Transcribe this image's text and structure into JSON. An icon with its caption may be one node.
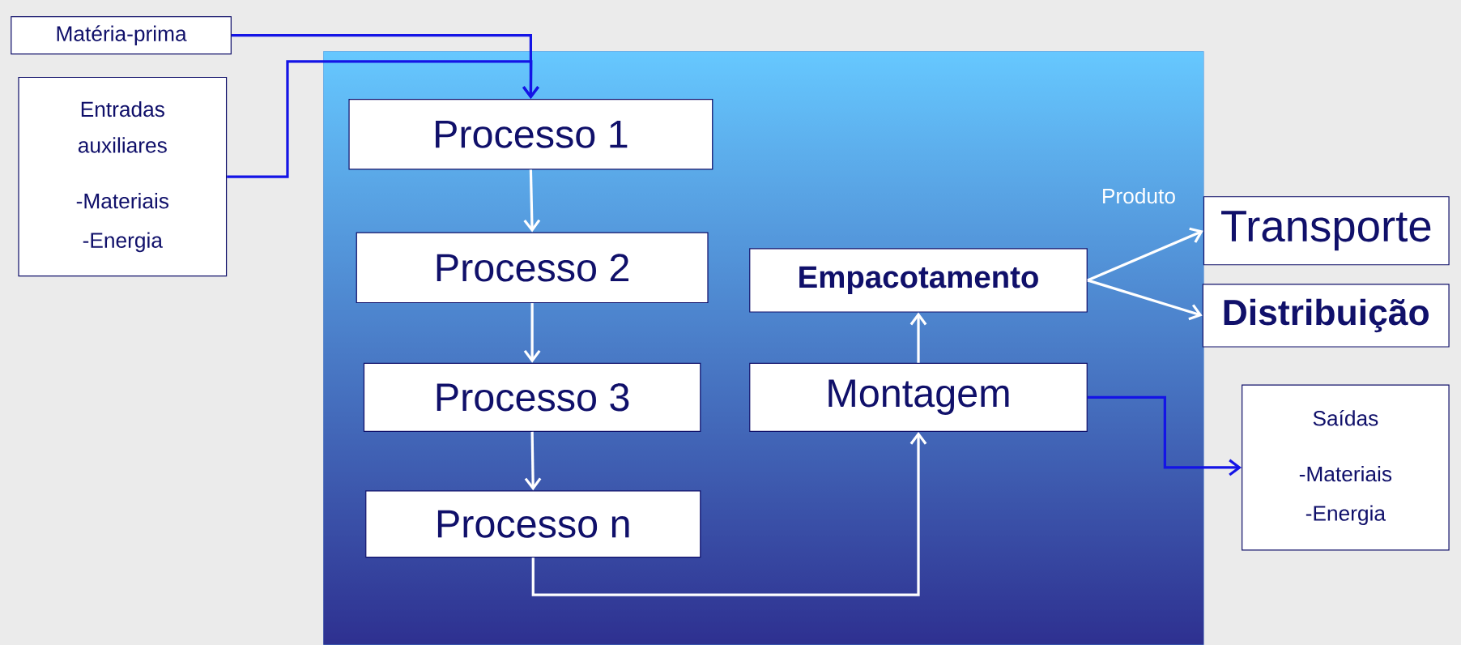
{
  "diagram": {
    "nodes": [
      {
        "text": [
          "Matéria-prima"
        ]
      },
      {
        "text": [
          "Entradas auxiliares",
          "-Materiais",
          "-Energia"
        ]
      },
      {
        "text": [],
        "shape": "box"
      },
      {
        "text": [
          "Processo 1"
        ],
        "in": 2
      },
      {
        "text": [
          "Processo 2"
        ],
        "in": 2
      },
      {
        "text": [
          "Processo 3"
        ],
        "in": 2
      },
      {
        "text": [
          "Processo n"
        ],
        "in": 2
      },
      {
        "text": [
          "Empacotamento"
        ],
        "in": 2
      },
      {
        "text": [
          "Montagem"
        ],
        "in": 2
      },
      {
        "text": [
          "Transporte"
        ]
      },
      {
        "text": [
          "Distribuição"
        ]
      },
      {
        "text": [
          "Saídas",
          "-Materiais",
          "-Energia"
        ]
      }
    ],
    "edges": [
      {
        "from": 0,
        "to": 3,
        "arrow": "to",
        "color": "#1414e6"
      },
      {
        "from": 1,
        "to": 3,
        "arrow": "to",
        "color": "#1414e6"
      },
      {
        "from": 3,
        "to": 4,
        "arrow": "to"
      },
      {
        "from": 4,
        "to": 5,
        "arrow": "to"
      },
      {
        "from": 5,
        "to": 6,
        "arrow": "to"
      },
      {
        "from": 6,
        "to": 8,
        "arrow": "to"
      },
      {
        "from": 8,
        "to": 7,
        "arrow": "to"
      },
      {
        "from": 7,
        "to": 9,
        "arrow": "to"
      },
      {
        "from": 7,
        "to": 10,
        "arrow": "to"
      },
      {
        "from": 8,
        "to": 11,
        "arrow": "to",
        "color": "#1414e6"
      }
    ],
    "labels": [
      "Produto"
    ]
  }
}
